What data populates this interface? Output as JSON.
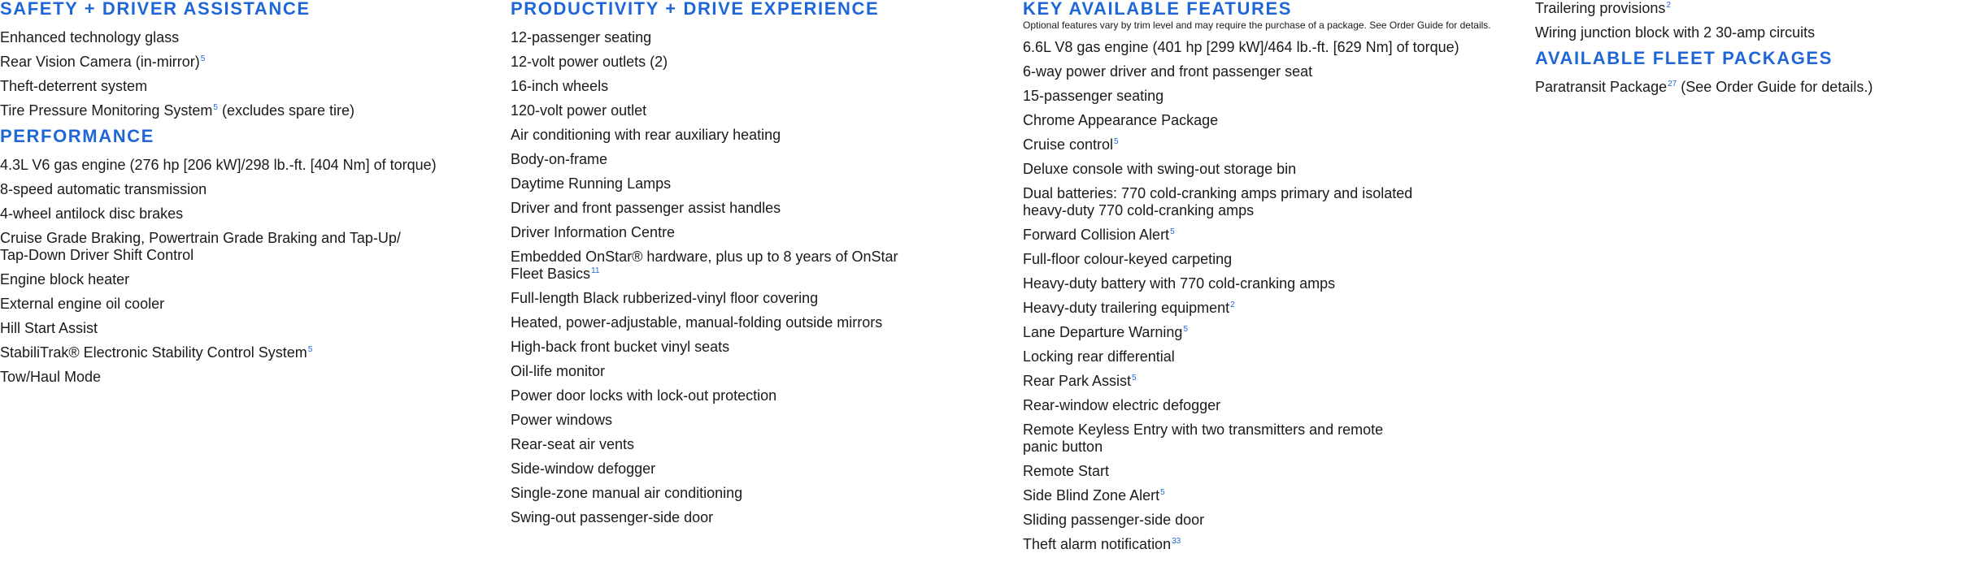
{
  "columns": [
    {
      "sections": [
        {
          "title": "SAFETY + DRIVER ASSISTANCE",
          "items": [
            {
              "text": "Enhanced technology glass",
              "sup": "",
              "after": ""
            },
            {
              "text": "Rear Vision Camera (in-mirror)",
              "sup": "5",
              "after": ""
            },
            {
              "text": "Theft-deterrent system",
              "sup": "",
              "after": ""
            },
            {
              "text": "Tire Pressure Monitoring System",
              "sup": "5",
              "after": " (excludes spare tire)"
            }
          ]
        },
        {
          "title": "PERFORMANCE",
          "items": [
            {
              "text": "4.3L V6 gas engine (276 hp [206 kW]/298 lb.-ft. [404 Nm] of torque)",
              "sup": "",
              "after": ""
            },
            {
              "text": "8-speed automatic transmission",
              "sup": "",
              "after": ""
            },
            {
              "text": "4-wheel antilock disc brakes",
              "sup": "",
              "after": ""
            },
            {
              "text": "Cruise Grade Braking, Powertrain Grade Braking and Tap-Up/\nTap-Down Driver Shift Control",
              "sup": "",
              "after": ""
            },
            {
              "text": "Engine block heater",
              "sup": "",
              "after": ""
            },
            {
              "text": "External engine oil cooler",
              "sup": "",
              "after": ""
            },
            {
              "text": "Hill Start Assist",
              "sup": "",
              "after": ""
            },
            {
              "text": "StabiliTrak® Electronic Stability Control System",
              "sup": "5",
              "after": ""
            },
            {
              "text": "Tow/Haul Mode",
              "sup": "",
              "after": ""
            }
          ]
        }
      ]
    },
    {
      "sections": [
        {
          "title": "PRODUCTIVITY + DRIVE EXPERIENCE",
          "items": [
            {
              "text": "12-passenger seating",
              "sup": "",
              "after": ""
            },
            {
              "text": "12-volt power outlets (2)",
              "sup": "",
              "after": ""
            },
            {
              "text": "16-inch wheels",
              "sup": "",
              "after": ""
            },
            {
              "text": "120-volt power outlet",
              "sup": "",
              "after": ""
            },
            {
              "text": "Air conditioning with rear auxiliary heating",
              "sup": "",
              "after": ""
            },
            {
              "text": "Body-on-frame",
              "sup": "",
              "after": ""
            },
            {
              "text": "Daytime Running Lamps",
              "sup": "",
              "after": ""
            },
            {
              "text": "Driver and front passenger assist handles",
              "sup": "",
              "after": ""
            },
            {
              "text": "Driver Information Centre",
              "sup": "",
              "after": ""
            },
            {
              "text": "Embedded OnStar® hardware, plus up to 8 years of OnStar\nFleet Basics",
              "sup": "11",
              "after": ""
            },
            {
              "text": "Full-length Black rubberized-vinyl floor covering",
              "sup": "",
              "after": ""
            },
            {
              "text": "Heated, power-adjustable, manual-folding outside mirrors",
              "sup": "",
              "after": ""
            },
            {
              "text": "High-back front bucket vinyl seats",
              "sup": "",
              "after": ""
            },
            {
              "text": "Oil-life monitor",
              "sup": "",
              "after": ""
            },
            {
              "text": "Power door locks with lock-out protection",
              "sup": "",
              "after": ""
            },
            {
              "text": "Power windows",
              "sup": "",
              "after": ""
            },
            {
              "text": "Rear-seat air vents",
              "sup": "",
              "after": ""
            },
            {
              "text": "Side-window defogger",
              "sup": "",
              "after": ""
            },
            {
              "text": "Single-zone manual air conditioning",
              "sup": "",
              "after": ""
            },
            {
              "text": "Swing-out passenger-side door",
              "sup": "",
              "after": ""
            }
          ]
        }
      ]
    },
    {
      "sections": [
        {
          "title": "KEY AVAILABLE FEATURES",
          "note": "Optional features vary by trim level and may require the purchase of a package. See Order Guide for details.",
          "items": [
            {
              "text": "6.6L V8 gas engine (401 hp [299 kW]/464 lb.-ft. [629 Nm] of torque)",
              "sup": "",
              "after": ""
            },
            {
              "text": "6-way power driver and front passenger seat",
              "sup": "",
              "after": ""
            },
            {
              "text": "15-passenger seating",
              "sup": "",
              "after": ""
            },
            {
              "text": "Chrome Appearance Package",
              "sup": "",
              "after": ""
            },
            {
              "text": "Cruise control",
              "sup": "5",
              "after": ""
            },
            {
              "text": "Deluxe console with swing-out storage bin",
              "sup": "",
              "after": ""
            },
            {
              "text": "Dual batteries: 770 cold-cranking amps primary and isolated\nheavy-duty 770 cold-cranking amps",
              "sup": "",
              "after": ""
            },
            {
              "text": "Forward Collision Alert",
              "sup": "5",
              "after": ""
            },
            {
              "text": "Full-floor colour-keyed carpeting",
              "sup": "",
              "after": ""
            },
            {
              "text": "Heavy-duty battery with 770 cold-cranking amps",
              "sup": "",
              "after": ""
            },
            {
              "text": "Heavy-duty trailering equipment",
              "sup": "2",
              "after": ""
            },
            {
              "text": "Lane Departure Warning",
              "sup": "5",
              "after": ""
            },
            {
              "text": "Locking rear differential",
              "sup": "",
              "after": ""
            },
            {
              "text": "Rear Park Assist",
              "sup": "5",
              "after": ""
            },
            {
              "text": "Rear-window electric defogger",
              "sup": "",
              "after": ""
            },
            {
              "text": "Remote Keyless Entry with two transmitters and remote\npanic button",
              "sup": "",
              "after": ""
            },
            {
              "text": "Remote Start",
              "sup": "",
              "after": ""
            },
            {
              "text": "Side Blind Zone Alert",
              "sup": "5",
              "after": ""
            },
            {
              "text": "Sliding passenger-side door",
              "sup": "",
              "after": ""
            },
            {
              "text": "Theft alarm notification",
              "sup": "33",
              "after": ""
            }
          ]
        }
      ]
    },
    {
      "sections": [
        {
          "title": "",
          "items": [
            {
              "text": "Trailering provisions",
              "sup": "2",
              "after": ""
            },
            {
              "text": "Wiring junction block with 2 30-amp circuits",
              "sup": "",
              "after": ""
            }
          ]
        },
        {
          "title": "AVAILABLE FLEET PACKAGES",
          "items": [
            {
              "text": "Paratransit Package",
              "sup": "27",
              "after": " (See Order Guide for details.)"
            }
          ]
        }
      ]
    }
  ],
  "colors": {
    "heading": "#1f67d6",
    "text": "#1a1a1a"
  }
}
